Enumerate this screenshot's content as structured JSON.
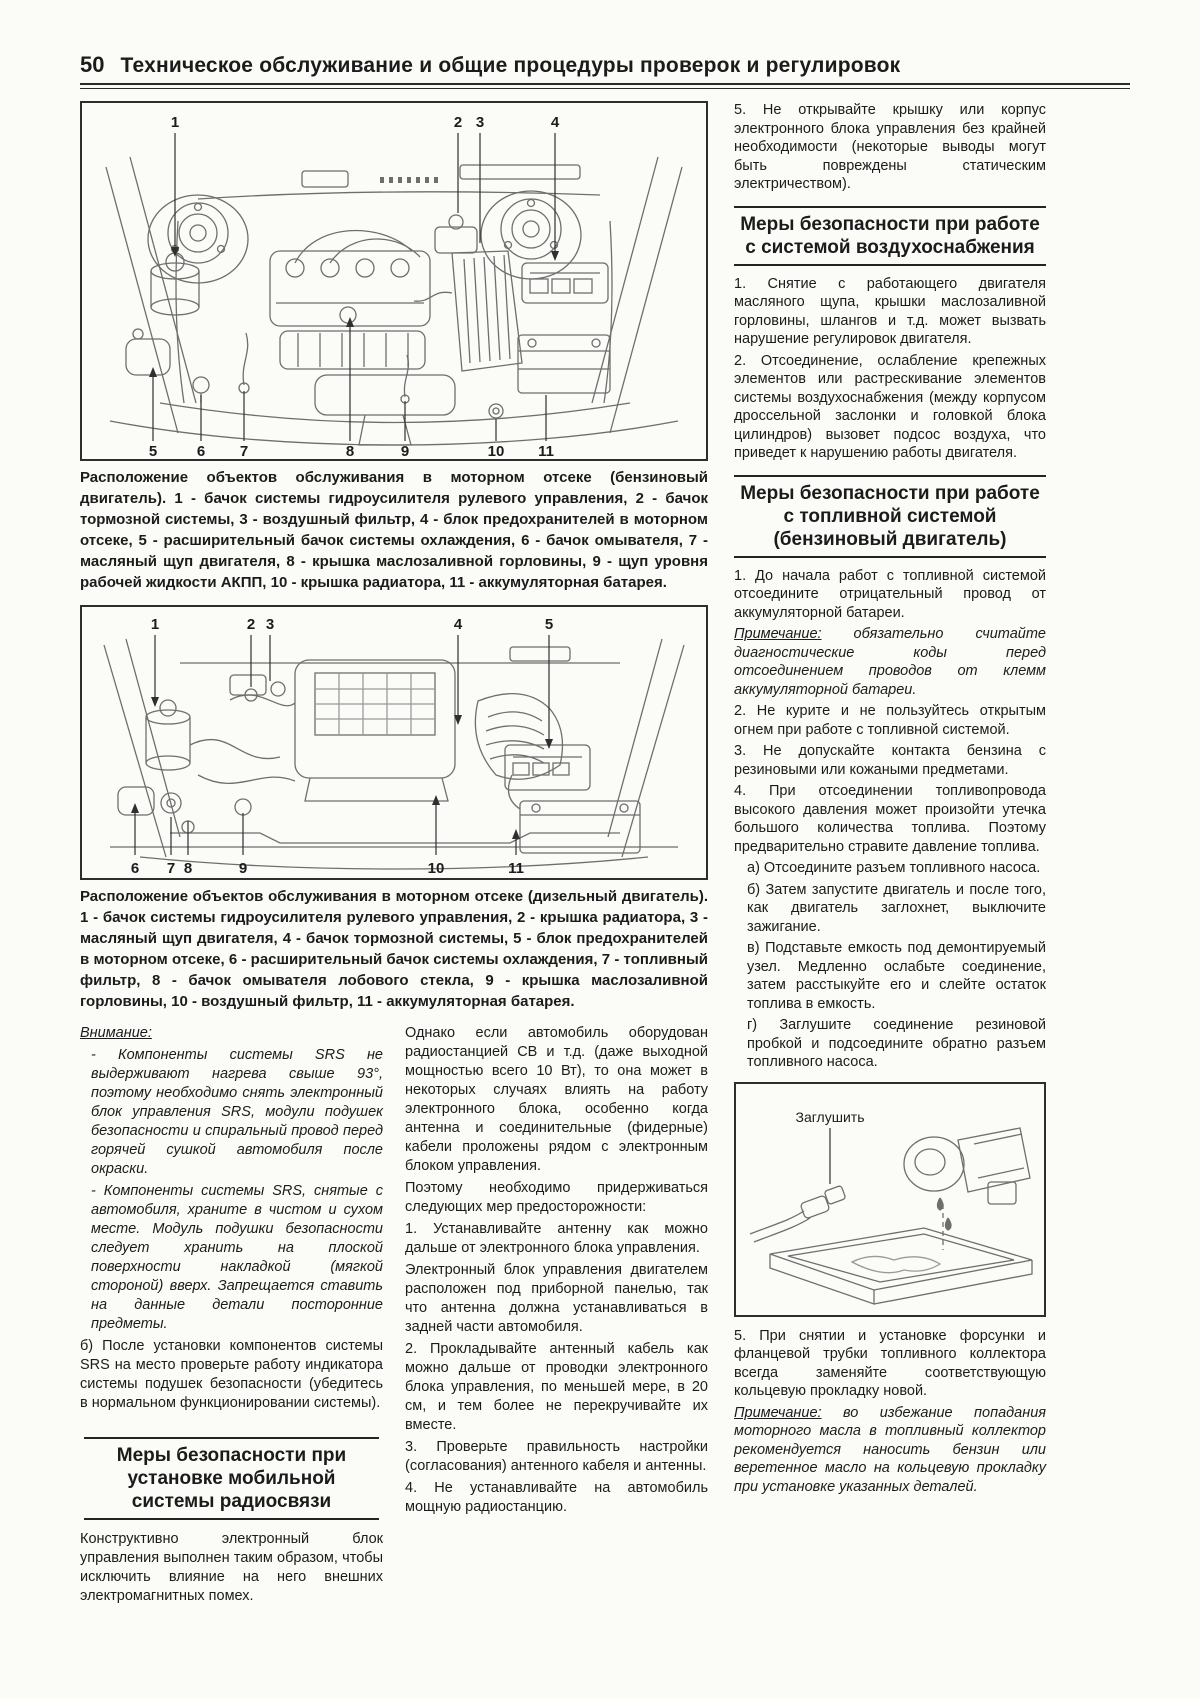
{
  "page": {
    "number": "50",
    "title": "Техническое обслуживание и общие процедуры проверок и регулировок"
  },
  "figures": {
    "petrol": {
      "callouts_top": [
        "1",
        "2",
        "3",
        "4"
      ],
      "callouts_bottom": [
        "5",
        "6",
        "7",
        "8",
        "9",
        "10",
        "11"
      ],
      "caption": "Расположение объектов обслуживания в моторном отсеке (бензиновый двигатель). 1 - бачок системы гидроусилителя рулевого управления, 2 - бачок тормозной системы, 3 - воздушный фильтр, 4 - блок предохранителей в моторном отсеке, 5 - расширительный бачок системы охлаждения, 6 - бачок омывателя, 7 - масляный щуп двигателя, 8 - крышка маслозаливной горловины, 9 - щуп уровня рабочей жидкости АКПП, 10 - крышка радиатора, 11 - аккумуляторная батарея."
    },
    "diesel": {
      "callouts_top": [
        "1",
        "2",
        "3",
        "4",
        "5"
      ],
      "callouts_bottom": [
        "6",
        "7",
        "8",
        "9",
        "10",
        "11"
      ],
      "caption": "Расположение объектов обслуживания в моторном отсеке (дизельный двигатель). 1 - бачок системы гидроусилителя рулевого управления, 2 - крышка радиатора, 3 - масляный щуп двигателя, 4 - бачок тормозной системы, 5 - блок предохранителей в моторном отсеке, 6 - расширительный бачок системы охлаждения, 7 - топливный фильтр, 8 - бачок омывателя лобового стекла, 9 - крышка маслозаливной горловины, 10 - воздушный фильтр, 11 - аккумуляторная батарея."
    },
    "fuel_drain": {
      "label": "Заглушить"
    }
  },
  "attention": {
    "heading": "Внимание:",
    "item1": "- Компоненты системы SRS не выдерживают нагрева свыше 93°, поэтому необходимо снять электронный блок управления SRS, модули подушек безопасности и спиральный провод перед горячей сушкой автомобиля после окраски.",
    "item2": "- Компоненты системы SRS, снятые с автомобиля, храните в чистом и сухом месте. Модуль подушки безопасности следует хранить на плоской поверхности накладкой (мягкой стороной) вверх. Запрещается ставить на данные детали посторонние предметы.",
    "item3": "б) После установки компонентов системы SRS на место проверьте работу индикатора системы подушек безопасности (убедитесь в нормальном функционировании системы)."
  },
  "radio": {
    "title": "Меры безопасности при установке мобильной системы радиосвязи",
    "body": "Конструктивно электронный блок управления выполнен таким образом, чтобы исключить влияние на него внешних электромагнитных помех."
  },
  "mid": {
    "p1": "Однако если автомобиль оборудован радиостанцией СВ и т.д. (даже выходной мощностью всего 10 Вт), то она может в некоторых случаях влиять на работу электронного блока, особенно когда антенна и соединительные (фидерные) кабели проложены рядом с электронным блоком управления.",
    "p2": "Поэтому необходимо придерживаться следующих мер предосторожности:",
    "p3": "1. Устанавливайте антенну как можно дальше от электронного блока управления.",
    "p4": "Электронный блок управления двигателем расположен под приборной панелью, так что антенна должна устанавливаться в задней части автомобиля.",
    "p5": "2. Прокладывайте антенный кабель как можно дальше от проводки электронного блока управления, по меньшей мере, в 20 см, и тем более не перекручивайте их вместе.",
    "p6": "3. Проверьте правильность настройки (согласования) антенного кабеля и антенны.",
    "p7": "4. Не устанавливайте на автомобиль мощную радиостанцию."
  },
  "right": {
    "p0": "5. Не открывайте крышку или корпус электронного блока управления без крайней необходимости (некоторые выводы могут быть повреждены статическим электричеством).",
    "air": {
      "title": "Меры безопасности при работе с системой воздухоснабжения",
      "p1": "1. Снятие с работающего двигателя масляного щупа, крышки маслозаливной горловины, шлангов и т.д. может вызвать нарушение регулировок двигателя.",
      "p2": "2. Отсоединение, ослабление крепежных элементов или растрескивание элементов системы воздухоснабжения (между корпусом дроссельной заслонки и головкой блока цилиндров) вызовет подсос воздуха, что приведет к нарушению работы двигателя."
    },
    "fuel": {
      "title": "Меры безопасности при работе с топливной системой (бензиновый двигатель)",
      "p1": "1. До начала работ с топливной системой отсоедините отрицательный провод от аккумуляторной батареи.",
      "note1_label": "Примечание:",
      "note1": " обязательно считайте диагностические коды перед отсоединением проводов от клемм аккумуляторной батареи.",
      "p2": "2. Не курите и не пользуйтесь открытым огнем при работе с топливной системой.",
      "p3": "3. Не допускайте контакта бензина с резиновыми или кожаными предметами.",
      "p4": "4. При отсоединении топливопровода высокого давления может произойти утечка большого количества топлива. Поэтому предварительно стравите давление топлива.",
      "pa": "а) Отсоедините разъем топливного насоса.",
      "pb": "б) Затем запустите двигатель и после того, как двигатель заглохнет, выключите зажигание.",
      "pc": "в) Подставьте емкость под демонтируемый узел. Медленно ослабьте соединение, затем расстыкуйте его и слейте остаток топлива в емкость.",
      "pd": "г) Заглушите соединение резиновой пробкой и подсоедините обратно разъем топливного насоса.",
      "p5": "5. При снятии и установке форсунки и фланцевой трубки топливного коллектора всегда заменяйте соответствующую кольцевую прокладку новой.",
      "note2_label": "Примечание:",
      "note2": " во избежание попадания моторного масла в топливный коллектор рекомендуется наносить бензин или веретенное масло на кольцевую прокладку при установке указанных деталей."
    }
  }
}
